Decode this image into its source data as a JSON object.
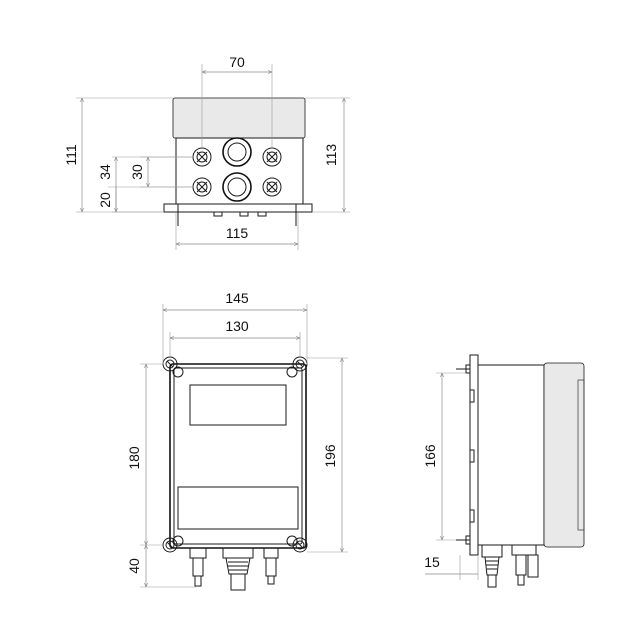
{
  "dimensions": {
    "top_width": "70",
    "top_height_left": "111",
    "top_spacing_34": "34",
    "top_spacing_30": "30",
    "top_spacing_20": "20",
    "top_base_width": "115",
    "top_height_right": "113",
    "front_outer_width": "145",
    "front_inner_width": "130",
    "front_height_left": "180",
    "front_bottom_left": "40",
    "front_height_right": "196",
    "side_height": "166",
    "side_bottom": "15"
  },
  "colors": {
    "line": "#1a1a1a",
    "dimension_line": "#8a8a8a",
    "background": "#ffffff"
  }
}
